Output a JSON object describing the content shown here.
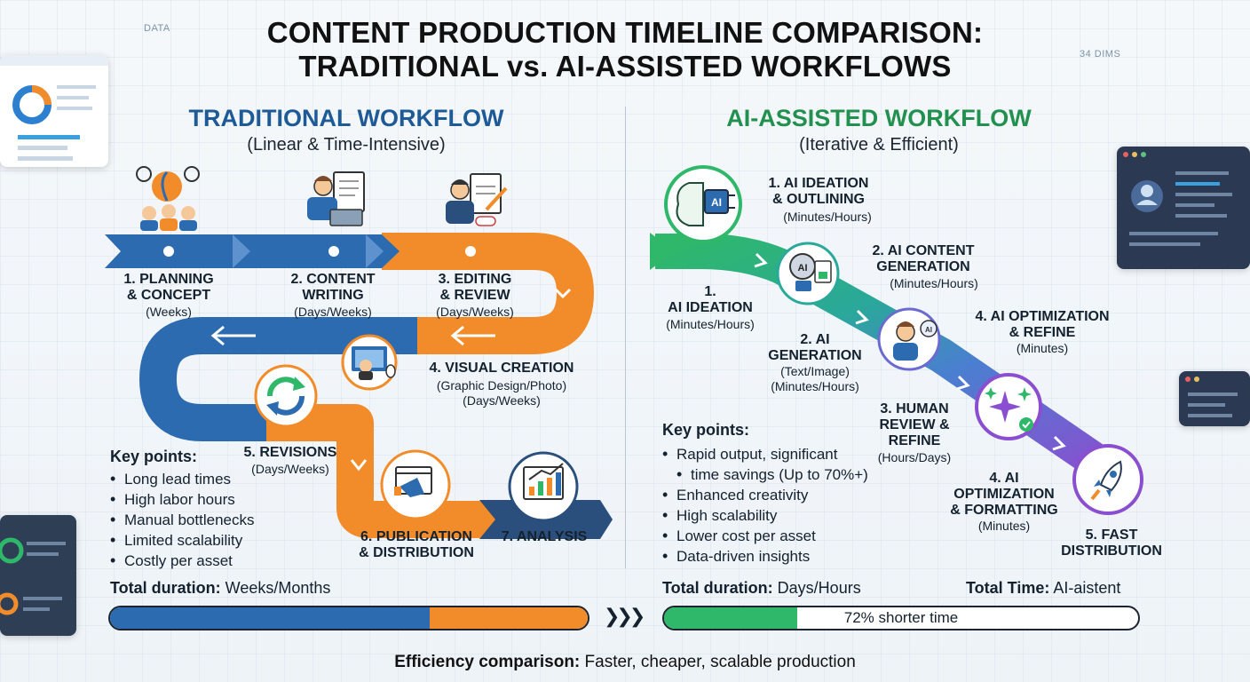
{
  "header": {
    "title_line1": "CONTENT PRODUCTION TIMELINE COMPARISON:",
    "title_line2": "TRADITIONAL vs. AI-ASSISTED WORKFLOWS",
    "tag_left": "DATA",
    "tag_right": "34 DIMS"
  },
  "traditional": {
    "title": "TRADITIONAL WORKFLOW",
    "subtitle": "(Linear & Time-Intensive)",
    "steps": [
      {
        "label1": "1. PLANNING",
        "label2": "& CONCEPT",
        "time": "(Weeks)"
      },
      {
        "label1": "2. CONTENT",
        "label2": "WRITING",
        "time": "(Days/Weeks)"
      },
      {
        "label1": "3. EDITING",
        "label2": "& REVIEW",
        "time": "(Days/Weeks)"
      },
      {
        "label1": "4. VISUAL CREATION",
        "time1": "(Graphic Design/Photo)",
        "time2": "(Days/Weeks)"
      },
      {
        "label1": "5. REVISIONS",
        "time": "(Days/Weeks)"
      },
      {
        "label1": "6. PUBLICATION",
        "label2": "& DISTRIBUTION"
      },
      {
        "label1": "7. ANALYSIS"
      }
    ],
    "key_title": "Key points:",
    "key_points": [
      "Long lead times",
      "High labor hours",
      "Manual bottlenecks",
      "Limited scalability",
      "Costly per asset"
    ],
    "duration_label": "Total duration:",
    "duration_value": "Weeks/Months"
  },
  "ai": {
    "title": "AI-ASSISTED WORKFLOW",
    "subtitle": "(Iterative & Efficient)",
    "steps": [
      {
        "label1": "1. AI IDEATION",
        "label2": "& OUTLINING",
        "time": "(Minutes/Hours)"
      },
      {
        "label1": "2. AI CONTENT",
        "label2": "GENERATION",
        "time": "(Minutes/Hours)"
      },
      {
        "label1": "4. AI OPTIMIZATION",
        "label2": "& REFINE",
        "time": "(Minutes)"
      },
      {
        "label1": "1.",
        "label2": "AI IDEATION",
        "time": "(Minutes/Hours)"
      },
      {
        "label1": "2. AI",
        "label2": "GENERATION",
        "time1": "(Text/Image)",
        "time2": "(Minutes/Hours)"
      },
      {
        "label1": "3. HUMAN",
        "label2": "REVIEW &",
        "label3": "REFINE",
        "time": "(Hours/Days)"
      },
      {
        "label1": "4. AI",
        "label2": "OPTIMIZATION",
        "label3": "& FORMATTING",
        "time": "(Minutes)"
      },
      {
        "label1": "5. FAST",
        "label2": "DISTRIBUTION"
      }
    ],
    "key_title": "Key points:",
    "key_points": [
      "Rapid output, significant",
      "time savings (Up to 70%+)",
      "Enhanced creativity",
      "High scalability",
      "Lower cost per asset",
      "Data-driven insights"
    ],
    "duration_label": "Total duration:",
    "duration_value": "Days/Hours",
    "total_time_label": "Total Time:",
    "total_time_value": "AI-aistent",
    "bar_text": "72% shorter time",
    "bar_fill_fraction": 0.28
  },
  "footer": {
    "label": "Efficiency comparison:",
    "value": "Faster, cheaper, scalable production"
  },
  "colors": {
    "blue": "#2d6bb0",
    "orange": "#f28c2a",
    "green": "#2fb86a",
    "purple": "#8a4fd0",
    "navy": "#2a4f7c"
  }
}
